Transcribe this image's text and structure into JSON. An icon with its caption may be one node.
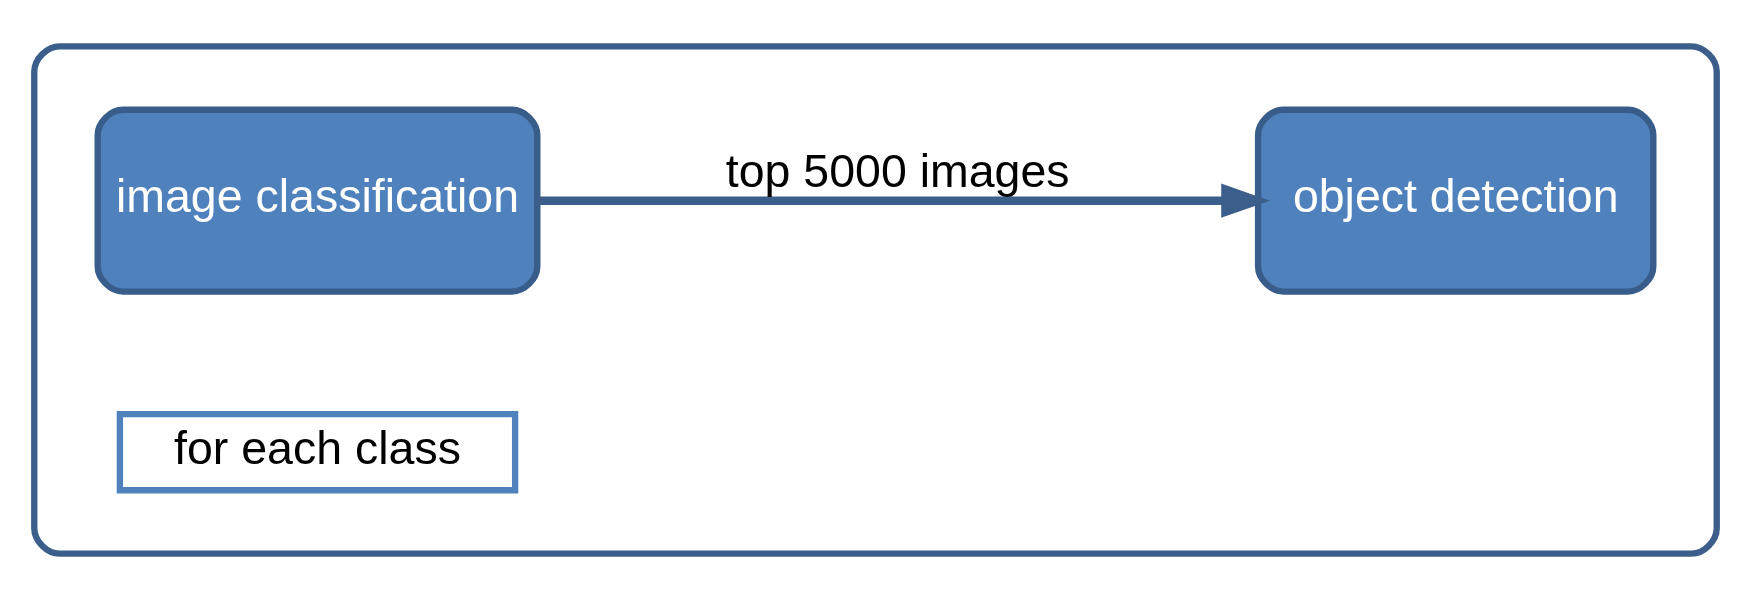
{
  "diagram": {
    "nodes": [
      {
        "text": [],
        "shape": "box"
      },
      {
        "text": [
          "image classification"
        ],
        "in": 0
      },
      {
        "text": [
          "object detection"
        ],
        "in": 0
      },
      {
        "text": [
          "for each class"
        ],
        "in": 0
      }
    ],
    "edges": [
      {
        "from": 1,
        "to": 2,
        "arrow": "to",
        "label": "top 5000 images"
      }
    ]
  }
}
